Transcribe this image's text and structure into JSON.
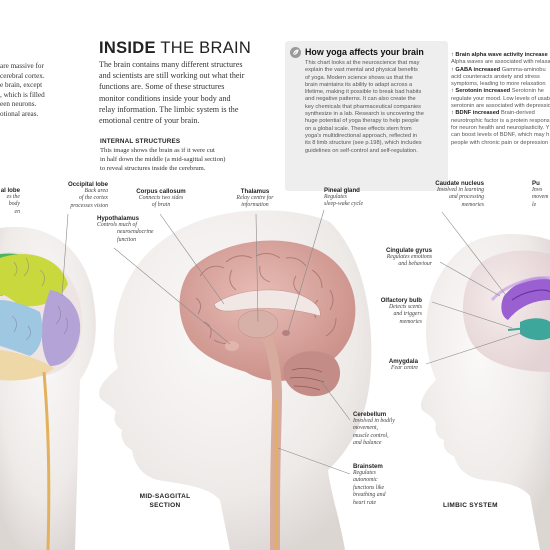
{
  "left_fragment": {
    "lines": [
      "are massive for",
      "cerebral cortex.",
      "e brain, except",
      ", which is filled",
      "een neurons.",
      "otional areas."
    ]
  },
  "heading": {
    "part1": "INSIDE",
    "part2": " THE BRAIN"
  },
  "intro": {
    "lines": [
      "The brain contains many different structures",
      "and scientists are still working out what their",
      "functions are. Some of these structures",
      "monitor conditions inside your body and",
      "relay information. The limbic system is the",
      "emotional centre of your brain."
    ]
  },
  "internal_structures": {
    "heading": "INTERNAL STRUCTURES",
    "lines": [
      "This image shows the brain as if it were cut",
      "in half down the middle (a mid-sagittal section)",
      "to reveal structures inside the cerebrum."
    ]
  },
  "yoga_box": {
    "icon": "leaf-icon",
    "title": "How yoga affects your brain",
    "lines": [
      "This chart looks at the neuroscience that may",
      "explain the vast mental and physical benefits",
      "of yoga. Modern science shows us that the",
      "brain maintains its ability to adapt across a",
      "lifetime, making it possible to break bad habits",
      "and negative patterns. It can also create the",
      "key chemicals that pharmaceutical companies",
      "synthesize in a lab. Research is uncovering the",
      "huge potential of yoga therapy to help people",
      "on a global scale. These effects stem from",
      "yoga's multidirectional approach, reflected in",
      "its 8 limb structure (see p.198), which includes",
      "guidelines on self-control and self-regulation."
    ]
  },
  "yoga_effects": [
    {
      "head": "↑ Brain alpha wave activity increase",
      "lines": [
        "Alpha waves are associated with relaxa"
      ]
    },
    {
      "head": "↑ GABA increased",
      "tail": " Gamma-aminobu",
      "lines": [
        "acid counteracts anxiety and stress",
        "symptoms, leading to more relaxation"
      ]
    },
    {
      "head": "↑ Serotonin increased",
      "tail": " Serotonin he",
      "lines": [
        "regulate your mood. Low levels of usab",
        "serotonin are associated with depressio"
      ]
    },
    {
      "head": "↑ BDNF increased",
      "tail": " Brain-derived",
      "lines": [
        "neurotrophic factor is a protein respons",
        "for neuron health and neuroplasticity. Y",
        "can boost levels of BDNF, which may h",
        "people with chronic pain or depression"
      ]
    }
  ],
  "left_labels": {
    "lobe": {
      "title": "al lobe",
      "lines": [
        "es the",
        "body",
        "en"
      ]
    },
    "occipital": {
      "title": "Occipital lobe",
      "lines": [
        "Back area",
        "of the cortex",
        "processes vision"
      ]
    }
  },
  "sagittal_labels": {
    "corpus": {
      "title": "Corpus callosum",
      "lines": [
        "Connects two sides",
        "of brain"
      ]
    },
    "thalamus": {
      "title": "Thalamus",
      "lines": [
        "Relay centre for",
        "information"
      ]
    },
    "pineal": {
      "title": "Pineal gland",
      "lines": [
        "Regulates",
        "sleep-wake cycle"
      ]
    },
    "hypothalamus": {
      "title": "Hypothalamus",
      "lines": [
        "Controls much of",
        "neuroendocrine",
        "function"
      ]
    },
    "cerebellum": {
      "title": "Cerebellum",
      "lines": [
        "Involved in bodily",
        "movement,",
        "muscle control,",
        "and balance"
      ]
    },
    "brainstem": {
      "title": "Brainstem",
      "lines": [
        "Regulates",
        "autonomic",
        "functions like",
        "breathing and",
        "heart rate"
      ]
    }
  },
  "limbic_labels": {
    "caudate": {
      "title": "Caudate nucleus",
      "lines": [
        "Involved in learning",
        "and processing",
        "memories"
      ]
    },
    "pu": {
      "title": "Pu",
      "lines": [
        "Invo",
        "movem",
        "le"
      ]
    },
    "cingulate": {
      "title": "Cingulate gyrus",
      "lines": [
        "Regulates emotions",
        "and behaviour"
      ]
    },
    "olfactory": {
      "title": "Olfactory bulb",
      "lines": [
        "Detects scents",
        "and triggers",
        "memories"
      ]
    },
    "amygdala": {
      "title": "Amygdala",
      "lines": [
        "Fear centre"
      ]
    }
  },
  "section_labels": {
    "mid_sagittal": [
      "MID-SAGGITAL",
      "SECTION"
    ],
    "limbic": "LIMBIC SYSTEM"
  },
  "colors": {
    "skin": "#f1efee",
    "brain_pink": "#d9a5a0",
    "lobe_yellow": "#c9d83c",
    "lobe_purple": "#b3a3d6",
    "lobe_blue": "#9ec7e1",
    "lobe_green": "#4ab563",
    "limbic_purple": "#9a5fd1",
    "limbic_green": "#3ea79b",
    "box_bg": "#eeeeee"
  }
}
